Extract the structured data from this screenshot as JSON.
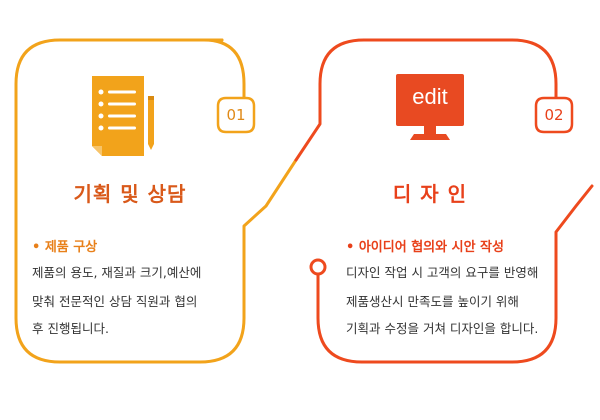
{
  "colors": {
    "card1_accent": "#f2a31b",
    "card1_title": "#d9591a",
    "card2_accent": "#ee4a1e",
    "card2_title": "#e8401a",
    "card2_icon_screen": "#e84a22",
    "text": "#333333"
  },
  "cards": [
    {
      "icon": "document-list-pen-icon",
      "number": "01",
      "title": "기획 및 상담",
      "subhead": "• 제품 구상",
      "body": [
        "제품의 용도, 재질과 크기,예산에",
        "맞춰 전문적인 상담 직원과 협의",
        "후 진행됩니다."
      ]
    },
    {
      "icon": "monitor-edit-icon",
      "icon_text": "edit",
      "number": "02",
      "title": "디 자 인",
      "subhead": "• 아이디어 협의와 시안 작성",
      "body": [
        "디자인 작업 시 고객의 요구를 반영해",
        "제품생산시 만족도를 높이기 위해",
        "기획과 수정을 거쳐 디자인을 합니다."
      ]
    }
  ]
}
